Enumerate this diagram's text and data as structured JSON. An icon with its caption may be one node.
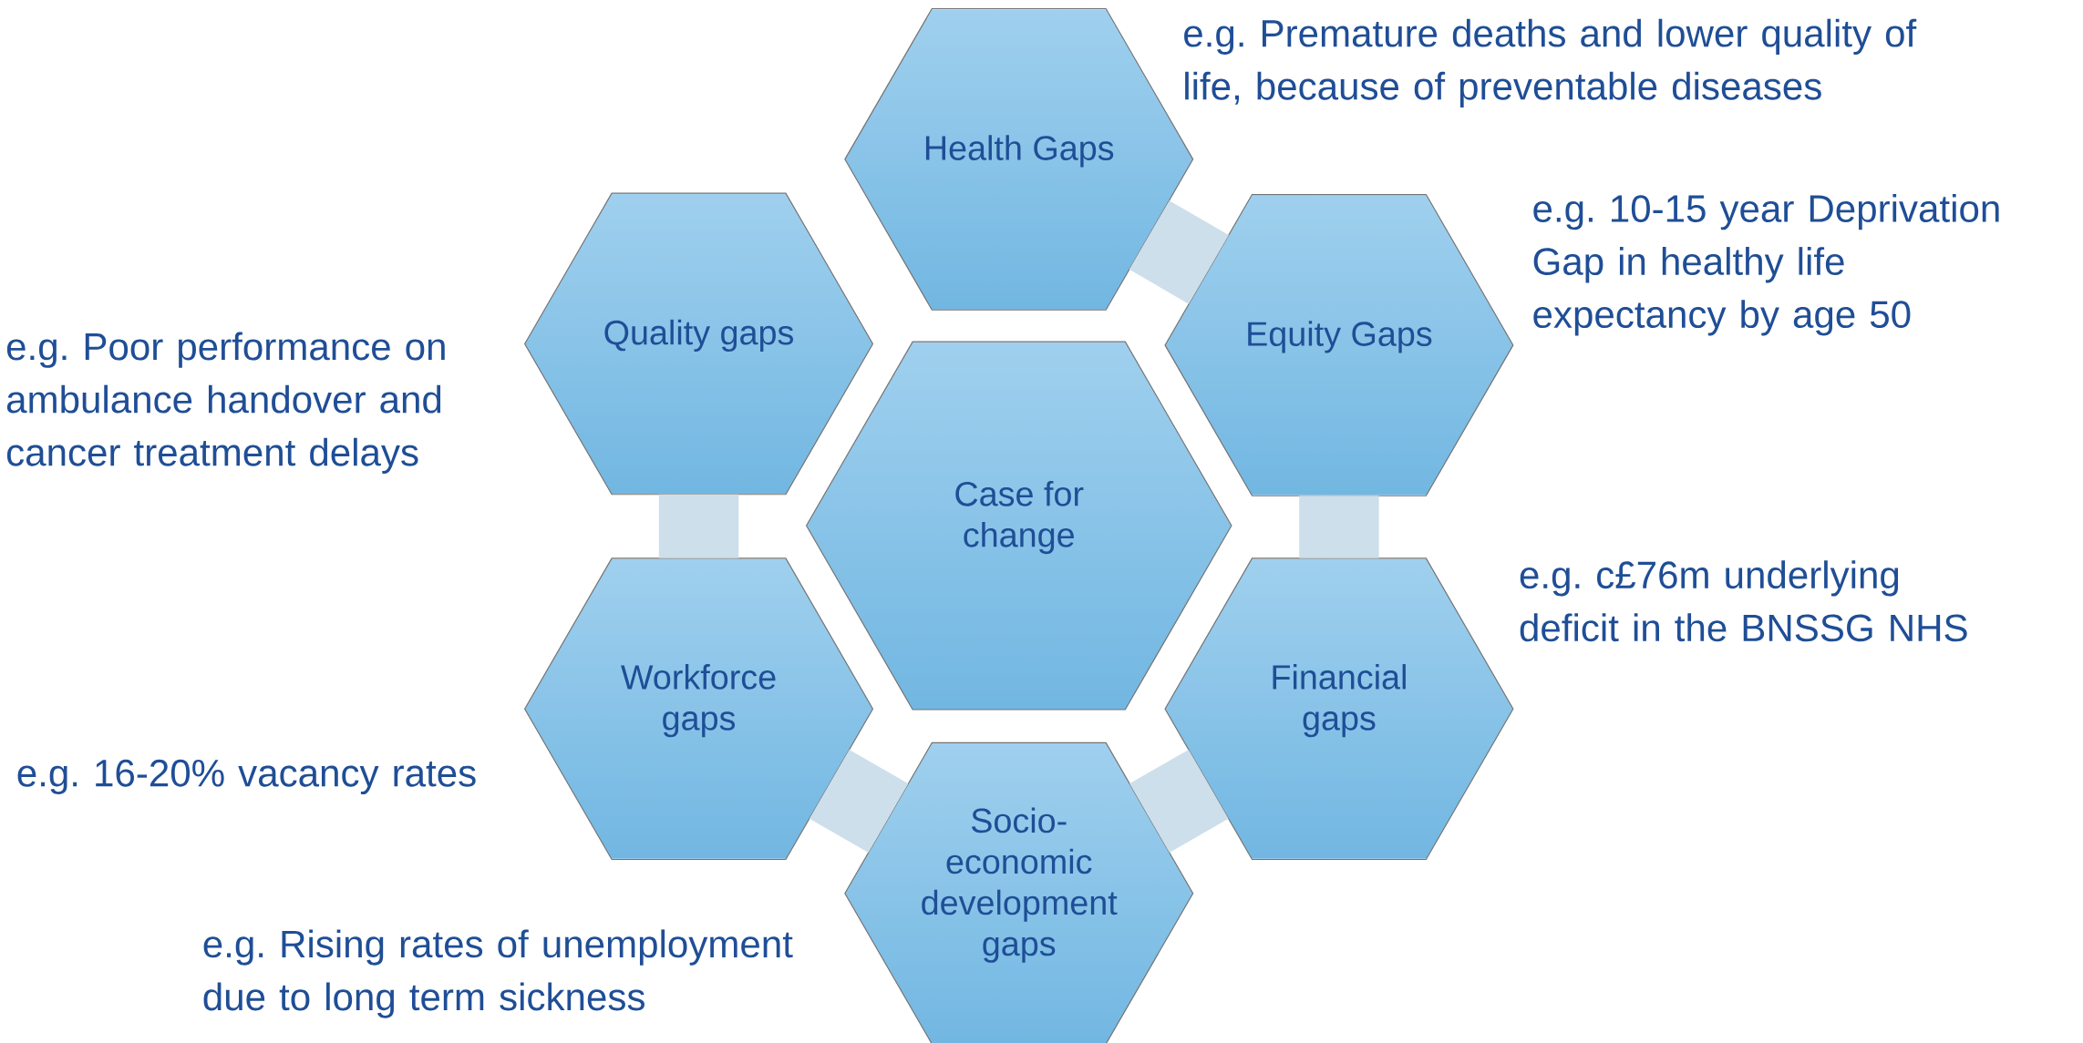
{
  "diagram": {
    "nodes": [
      {
        "text": [
          "Health Gaps"
        ],
        "beside": [
          "e.g. Premature deaths and lower quality of life, because of preventable diseases"
        ]
      },
      {
        "text": [
          "Quality gaps"
        ],
        "beside": [
          "e.g. Poor performance on ambulance handover and cancer treatment delays"
        ]
      },
      {
        "text": [
          "Equity Gaps"
        ],
        "beside": [
          "e.g. 10-15 year Deprivation Gap in healthy life expectancy by age 50"
        ]
      },
      {
        "text": [
          "Case for change"
        ]
      },
      {
        "text": [
          "Workforce gaps"
        ],
        "beside": [
          "e.g. 16-20% vacancy rates"
        ]
      },
      {
        "text": [
          "Financial gaps"
        ],
        "beside": [
          "e.g. c£76m underlying deficit in the BNSSG NHS"
        ]
      },
      {
        "text": [
          "Socio-economic development gaps"
        ],
        "beside": [
          "e.g. Rising rates of unemployment due to long term sickness"
        ]
      }
    ],
    "edges": [
      {
        "from": 0,
        "to": 2,
        "arrow": "none"
      },
      {
        "from": 2,
        "to": 5,
        "arrow": "none"
      },
      {
        "from": 5,
        "to": 6,
        "arrow": "none"
      },
      {
        "from": 6,
        "to": 4,
        "arrow": "none"
      },
      {
        "from": 4,
        "to": 1,
        "arrow": "none"
      }
    ]
  }
}
